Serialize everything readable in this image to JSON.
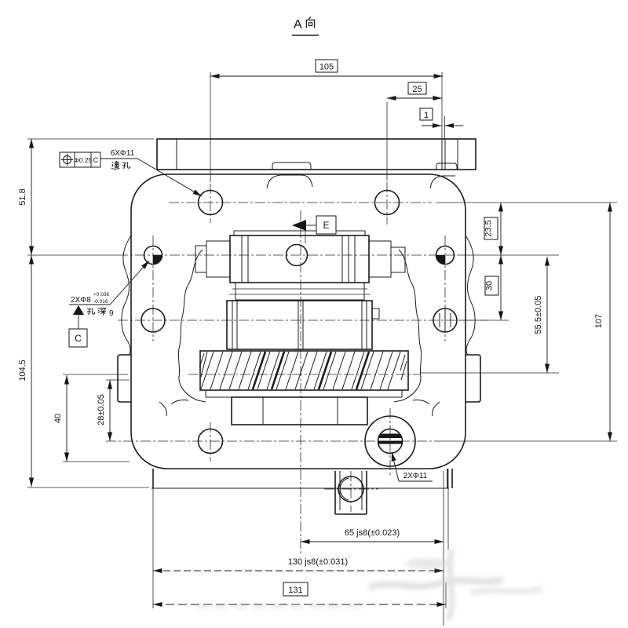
{
  "title": {
    "text": "A向",
    "latin": "A"
  },
  "dims": {
    "d105": "105",
    "d25": "25",
    "d1": "1",
    "d51_8": "51.8",
    "d104_5": "104.5",
    "d40": "40",
    "d28": "28±0.05",
    "d23_5": "23.5",
    "d30": "30",
    "d55_5": "55.5±0.05",
    "d107": "107",
    "d65": "65 js8(±0.023)",
    "d130": "130 js8(±0.031)",
    "d131": "131"
  },
  "annotations": {
    "position_frame": {
      "icon": "position-tolerance-icon",
      "tolerance": "Φ0.25",
      "datum": "C"
    },
    "holes_6": {
      "label": "6XΦ11",
      "note": "通孔"
    },
    "dowel_holes": {
      "label": "2XΦ8",
      "tol_upper": "+0.036",
      "tol_lower": "-0.016",
      "depth_note": "孔深9",
      "depth_digit": "9",
      "datum_label": "C"
    },
    "large_holes": {
      "label": "2XΦ11"
    },
    "view_e": {
      "label": "E"
    }
  },
  "colors": {
    "line": "#1c1c1c",
    "background": "#ffffff",
    "watermark": "#c4c4c4"
  }
}
